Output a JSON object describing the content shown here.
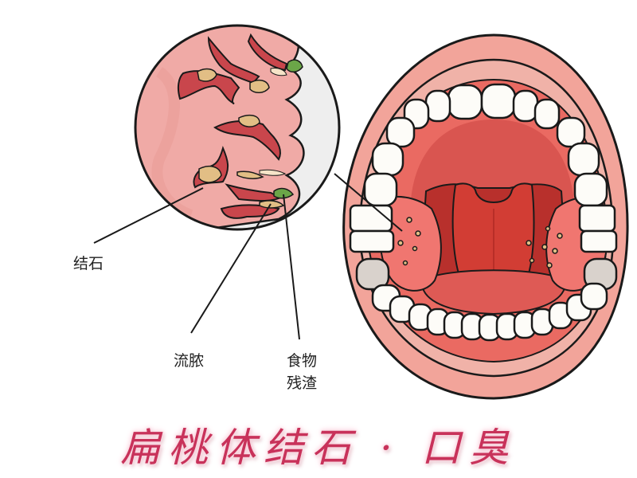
{
  "diagram": {
    "title": "扁桃体结石 · 口臭",
    "labels": {
      "stone": "结石",
      "pus": "流脓",
      "food_debris": "食物\n残渣"
    },
    "colors": {
      "lip": "#f2a49a",
      "lip_inner": "#f0b2a8",
      "gum": "#ea6a62",
      "palate": "#d95550",
      "throat": "#cc3a32",
      "uvula": "#d23d34",
      "tonsil": "#f07670",
      "tooth": "#fdfcf8",
      "tooth_shadow": "#d9d2cc",
      "tongue": "#de5a55",
      "zoom_tissue": "#f0aaa6",
      "zoom_crypt": "#c9464c",
      "stone": "#e2be85",
      "food": "#6ba648",
      "zoom_bg": "#eeeeee",
      "outline": "#1a1a1a",
      "title": "#c8325a",
      "title_glow": "#fbd6e0"
    }
  }
}
